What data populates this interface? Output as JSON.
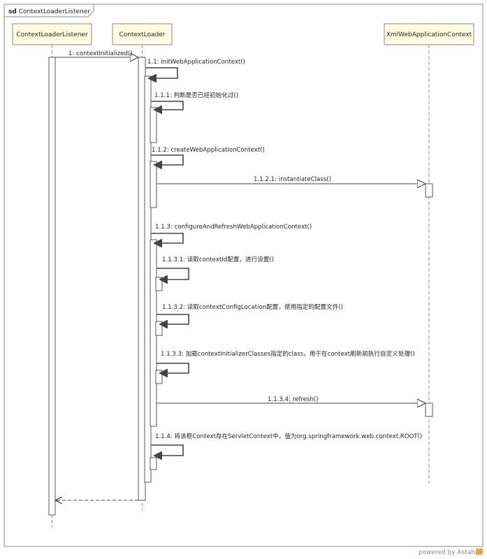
{
  "frame": {
    "kind": "sd",
    "name": "ContextLoaderListener"
  },
  "lifelines": [
    {
      "id": "listener",
      "name": "ContextLoaderListener"
    },
    {
      "id": "loader",
      "name": "ContextLoader"
    },
    {
      "id": "xmlctx",
      "name": "XmlWebApplicationContext"
    }
  ],
  "messages": [
    {
      "id": "m1",
      "label": "1: contextInitialized()",
      "from": "listener",
      "to": "loader",
      "kind": "call"
    },
    {
      "id": "m11",
      "label": "1.1: initWebApplicationContext()",
      "from": "loader",
      "to": "loader",
      "kind": "self"
    },
    {
      "id": "m111",
      "label": "1.1.1: 判断是否已经初始化过()",
      "from": "loader",
      "to": "loader",
      "kind": "self"
    },
    {
      "id": "m112",
      "label": "1.1.2: createWebApplicationContext()",
      "from": "loader",
      "to": "loader",
      "kind": "self"
    },
    {
      "id": "m1121",
      "label": "1.1.2.1: instantiateClass()",
      "from": "loader",
      "to": "xmlctx",
      "kind": "call"
    },
    {
      "id": "m113",
      "label": "1.1.3: configureAndRefreshWebApplicationContext()",
      "from": "loader",
      "to": "loader",
      "kind": "self"
    },
    {
      "id": "m1131",
      "label": "1.1.3.1: 读取contextId配置，进行设置()",
      "from": "loader",
      "to": "loader",
      "kind": "self"
    },
    {
      "id": "m1132",
      "label": "1.1.3.2: 读取contextConfigLocation配置，使用指定的配置文件()",
      "from": "loader",
      "to": "loader",
      "kind": "self"
    },
    {
      "id": "m1133",
      "label": "1.1.3.3: 加载contextInitializerClasses指定的class，用于在context刷新前执行自定义处理()",
      "from": "loader",
      "to": "loader",
      "kind": "self"
    },
    {
      "id": "m1134",
      "label": "1.1.3.4: refresh()",
      "from": "loader",
      "to": "xmlctx",
      "kind": "call"
    },
    {
      "id": "m114",
      "label": "1.1.4: 将该根Context存在ServletContext中，值为org.springframework.web.context.ROOT()",
      "from": "loader",
      "to": "loader",
      "kind": "self"
    },
    {
      "id": "ret",
      "label": "",
      "from": "loader",
      "to": "listener",
      "kind": "return"
    }
  ],
  "footer": {
    "text": "powered by Astah"
  },
  "colors": {
    "line": "#555555",
    "lifeline_head_fill": "#fffde0",
    "frame_border": "#888888",
    "brand": "#f2a33a"
  }
}
